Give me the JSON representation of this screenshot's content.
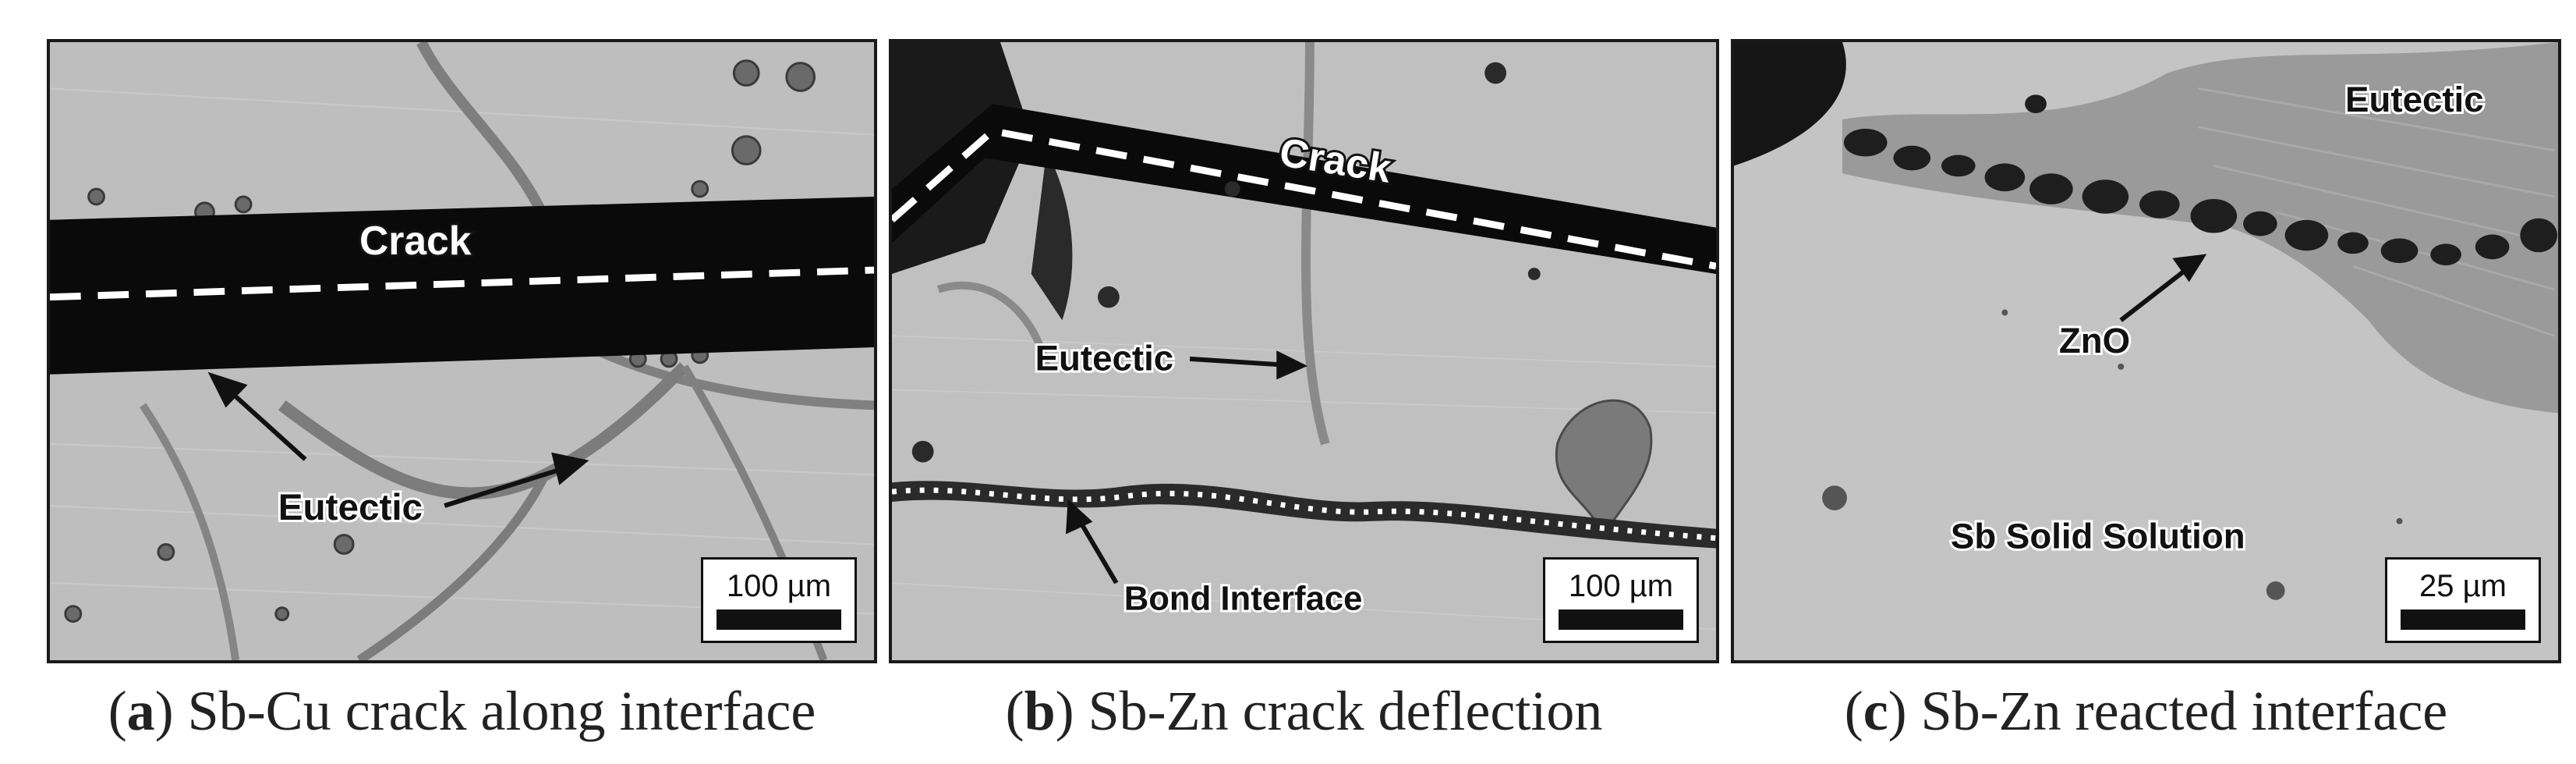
{
  "panels": {
    "a": {
      "labels": {
        "crack": "Crack",
        "eutectic": "Eutectic"
      },
      "scale_bar": "100 µm",
      "caption_letter": "a",
      "caption_text": "Sb-Cu crack along interface"
    },
    "b": {
      "labels": {
        "crack": "Crack",
        "eutectic": "Eutectic",
        "bond_interface": "Bond Interface"
      },
      "scale_bar": "100 µm",
      "caption_letter": "b",
      "caption_text": "Sb-Zn crack deflection"
    },
    "c": {
      "labels": {
        "eutectic": "Eutectic",
        "zno": "ZnO",
        "solid_solution": "Sb Solid Solution"
      },
      "scale_bar": "25 µm",
      "caption_letter": "c",
      "caption_text": "Sb-Zn reacted interface"
    }
  }
}
